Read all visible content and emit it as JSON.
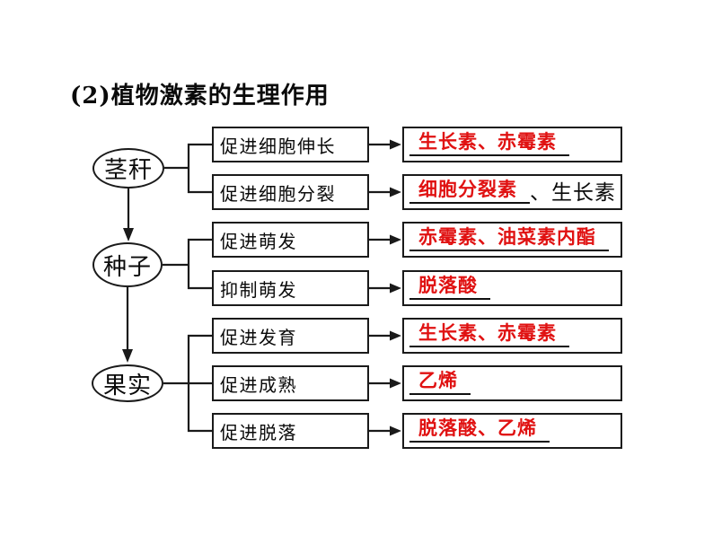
{
  "title": "(2)植物激素的生理作用",
  "colors": {
    "background": "#ffffff",
    "line_black": "#1a1a1a",
    "hormone_red": "#e01212",
    "text_black": "#0a0a0a"
  },
  "diagram": {
    "organs": [
      {
        "label": "茎秆"
      },
      {
        "label": "种子"
      },
      {
        "label": "果实"
      }
    ],
    "rows": [
      {
        "organ": "茎秆",
        "action": "促进细胞伸长",
        "hormones_red": "生长素、赤霉素",
        "hormones_black": ""
      },
      {
        "organ": "茎秆",
        "action": "促进细胞分裂",
        "hormones_red": "细胞分裂素",
        "hormones_black": "、生长素"
      },
      {
        "organ": "种子",
        "action": "促进萌发",
        "hormones_red": "赤霉素、油菜素内酯",
        "hormones_black": ""
      },
      {
        "organ": "种子",
        "action": "抑制萌发",
        "hormones_red": "脱落酸",
        "hormones_black": ""
      },
      {
        "organ": "果实",
        "action": "促进发育",
        "hormones_red": "生长素、赤霉素",
        "hormones_black": ""
      },
      {
        "organ": "果实",
        "action": "促进成熟",
        "hormones_red": "乙烯",
        "hormones_black": ""
      },
      {
        "organ": "果实",
        "action": "促进脱落",
        "hormones_red": "脱落酸、乙烯",
        "hormones_black": ""
      }
    ]
  }
}
